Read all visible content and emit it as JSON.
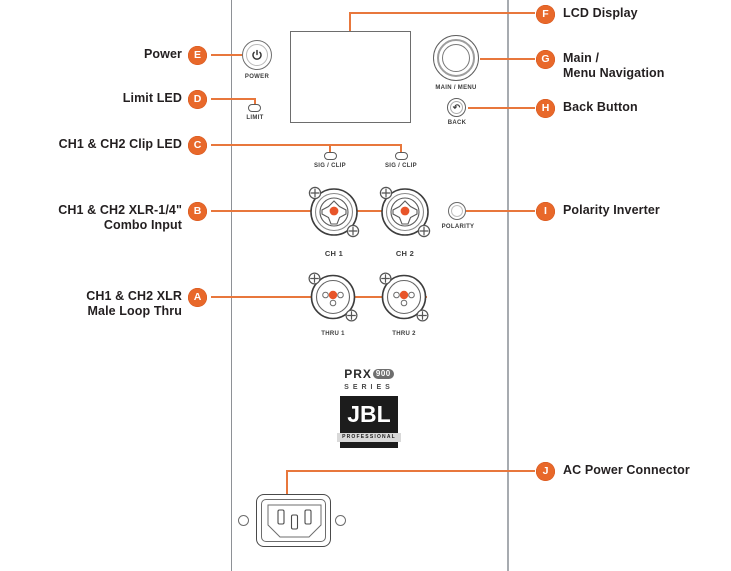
{
  "diagram": {
    "title": "PRX900 Series amplifier rear panel callout diagram",
    "accent_color": "#E8682A",
    "leader_color": "#E8773C",
    "panel_line_color": "#8e9196"
  },
  "callouts": [
    {
      "key": "E",
      "label": "Power",
      "side": "left"
    },
    {
      "key": "D",
      "label": "Limit LED",
      "side": "left"
    },
    {
      "key": "C",
      "label": "CH1 & CH2 Clip LED",
      "side": "left"
    },
    {
      "key": "B",
      "label": "CH1 & CH2 XLR-1/4\"\nCombo Input",
      "side": "left"
    },
    {
      "key": "A",
      "label": "CH1 & CH2 XLR\nMale Loop Thru",
      "side": "left"
    },
    {
      "key": "F",
      "label": "LCD Display",
      "side": "right"
    },
    {
      "key": "G",
      "label": "Main /\nMenu Navigation",
      "side": "right"
    },
    {
      "key": "H",
      "label": "Back Button",
      "side": "right"
    },
    {
      "key": "I",
      "label": "Polarity Inverter",
      "side": "right"
    },
    {
      "key": "J",
      "label": "AC Power Connector",
      "side": "right"
    }
  ],
  "panel": {
    "power_button": {
      "caption": "POWER"
    },
    "limit_led": {
      "caption": "LIMIT"
    },
    "clip_leds": [
      {
        "caption": "SIG / CLIP"
      },
      {
        "caption": "SIG / CLIP"
      }
    ],
    "combo_inputs": [
      {
        "caption": "CH 1"
      },
      {
        "caption": "CH 2"
      }
    ],
    "loop_thru_outputs": [
      {
        "caption": "THRU 1"
      },
      {
        "caption": "THRU 2"
      }
    ],
    "knob": {
      "caption": "MAIN / MENU"
    },
    "back_button": {
      "caption": "BACK",
      "glyph": "back-arrow-icon"
    },
    "polarity": {
      "caption": "POLARITY"
    },
    "branding": {
      "series_name": "PRX",
      "series_number": "900",
      "series_word": "SERIES",
      "brand": "JBL",
      "brand_sub": "PROFESSIONAL"
    }
  }
}
